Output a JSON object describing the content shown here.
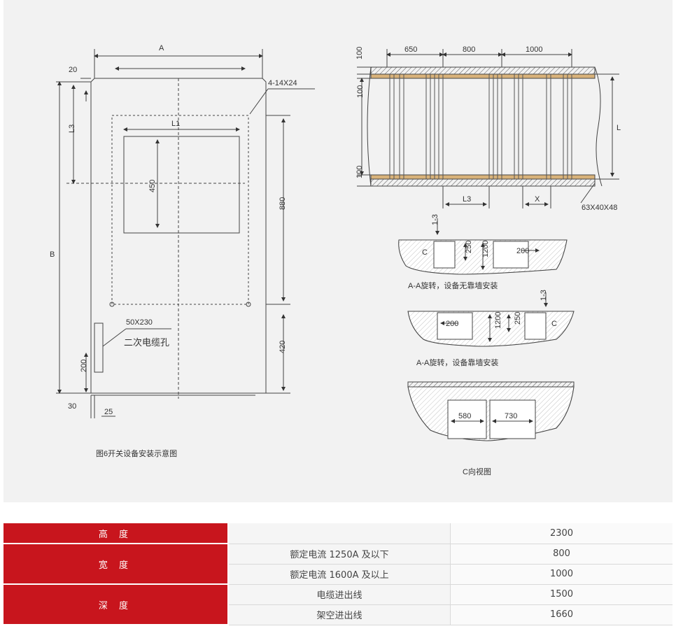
{
  "drawing": {
    "front": {
      "dim_a": "A",
      "dim_b": "B",
      "dim_l1": "L1",
      "dim_l3": "L3",
      "dim_20": "20",
      "dim_450": "450",
      "dim_880": "880",
      "dim_420": "420",
      "dim_200": "200",
      "dim_30": "30",
      "dim_25": "25",
      "hole_spec": "4-14X24",
      "cable_hole_size": "50X230",
      "cable_hole_label": "二次电缆孔",
      "caption": "图6开关设备安装示意图"
    },
    "plan": {
      "dim_650": "650",
      "dim_800": "800",
      "dim_1000": "1000",
      "dim_100_top": "100",
      "dim_100_mid": "100",
      "dim_100_bottom": "100",
      "dim_l": "L",
      "dim_l3": "L3",
      "dim_x": "X",
      "steel_spec": "63X40X48"
    },
    "section1": {
      "dim_13": "1-3",
      "dim_250": "250",
      "dim_1200": "1200",
      "dim_200": "200",
      "marker": "C",
      "caption": "A-A旋转，设备无靠墙安装"
    },
    "section2": {
      "dim_13": "1-3",
      "dim_250": "250",
      "dim_1200": "1200",
      "dim_200": "200",
      "marker": "C",
      "caption": "A-A旋转，设备靠墙安装"
    },
    "cview": {
      "dim_580": "580",
      "dim_730": "730",
      "caption": "C向视图"
    }
  },
  "specs": {
    "height_label": "高 度",
    "height_value": "2300",
    "width_label": "宽 度",
    "width_r1_cond": "额定电流 1250A 及以下",
    "width_r1_value": "800",
    "width_r2_cond": "额定电流 1600A 及以上",
    "width_r2_value": "1000",
    "depth_label": "深 度",
    "depth_r1_cond": "电缆进出线",
    "depth_r1_value": "1500",
    "depth_r2_cond": "架空进出线",
    "depth_r2_value": "1660"
  },
  "colors": {
    "accent": "#c8151d",
    "line": "#444444",
    "panel": "#f2f2f2"
  }
}
